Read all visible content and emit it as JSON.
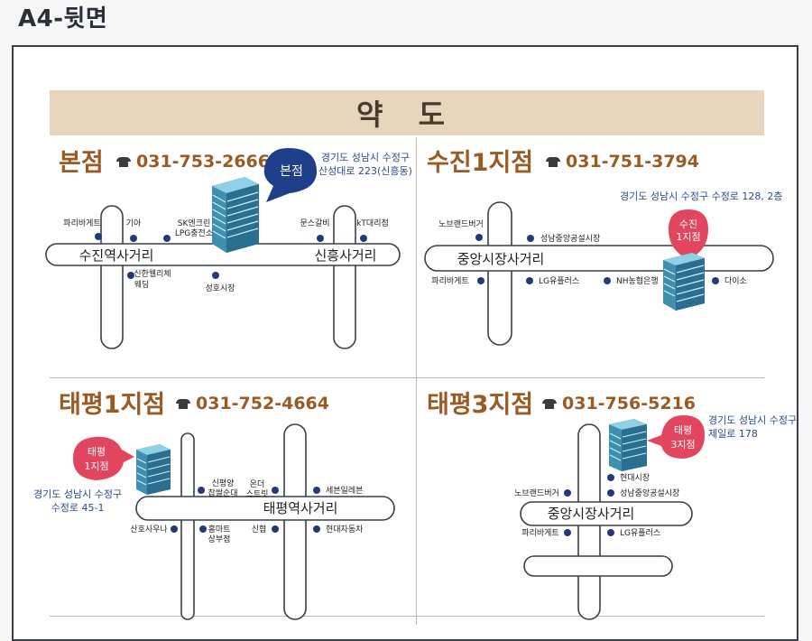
{
  "page_heading": "A4-뒷면",
  "title": "약 도",
  "branches": [
    {
      "name": "본점",
      "phone": "031-753-2666",
      "bubble": "본점",
      "address": [
        "경기도 성남시 수정구",
        "산성대로 223(신흥동)"
      ],
      "junctions": [
        "수진역사거리",
        "신흥사거리"
      ],
      "pois": [
        "파리바게트",
        "기아",
        "SK엔크린",
        "LPG충전소",
        "문스갈비",
        "kT대리점",
        "신한웰리체",
        "웨딩",
        "성호시장"
      ]
    },
    {
      "name": "수진1지점",
      "phone": "031-751-3794",
      "bubble": [
        "수진",
        "1지점"
      ],
      "address": [
        "경기도 성남시 수정구 수정로 128, 2층"
      ],
      "junctions": [
        "중앙시장사거리"
      ],
      "pois": [
        "노브랜드버거",
        "성남중앙공설시장",
        "파리바게트",
        "LG유플러스",
        "NH농협은행",
        "다이소"
      ]
    },
    {
      "name": "태평1지점",
      "phone": "031-752-4664",
      "bubble": [
        "태평",
        "1지점"
      ],
      "address": [
        "경기도 성남시 수정구",
        "수정로 45-1"
      ],
      "junctions": [
        "태평역사거리"
      ],
      "pois": [
        "신평양",
        "찹쌀순대",
        "온더",
        "스트릿",
        "세븐일레븐",
        "산호사우나",
        "홈마트",
        "상부점",
        "신협",
        "현대자동차"
      ]
    },
    {
      "name": "태평3지점",
      "phone": "031-756-5216",
      "bubble": [
        "태평",
        "3지점"
      ],
      "address": [
        "경기도 성남시 수정구",
        "제일로 178"
      ],
      "junctions": [
        "중앙시장사거리"
      ],
      "pois": [
        "현대시장",
        "노브랜드버거",
        "성남중앙공설시장",
        "파리바게트",
        "LG유플러스"
      ]
    }
  ],
  "colors": {
    "title_bar": "#e8d5bd",
    "branch_title": "#9a5a24",
    "address": "#2c4a8c",
    "poi_dot": "#233a78",
    "bubble_main": "#1f3f8a",
    "bubble_branch": "#e2455e",
    "building": "#3e8fb0"
  }
}
